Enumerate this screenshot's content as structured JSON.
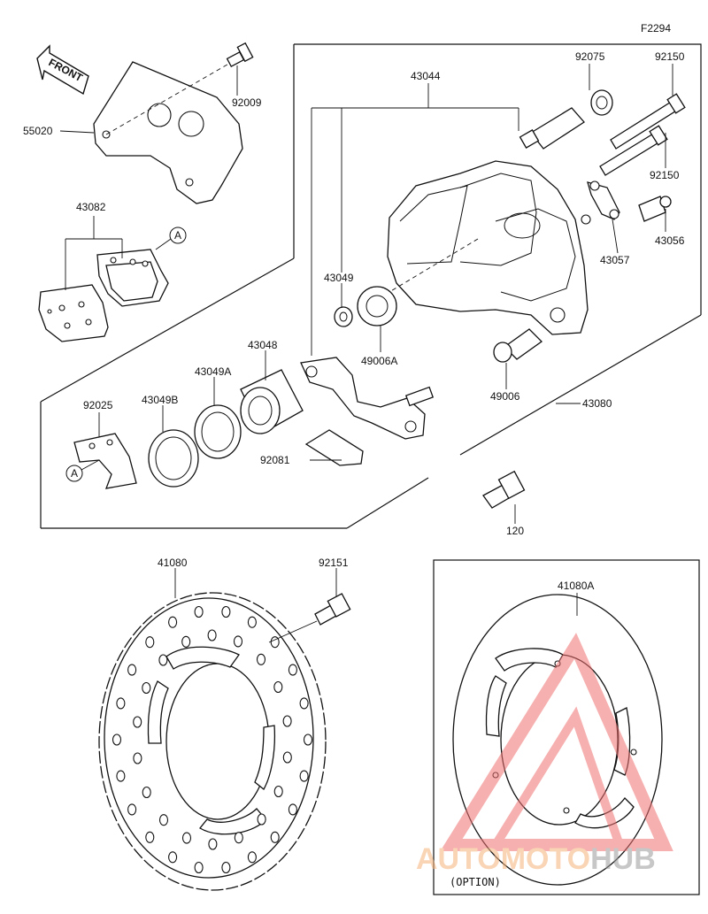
{
  "figure_code": "F2294",
  "front_label": "FRONT",
  "option_label": "(OPTION)",
  "callout_a": "A",
  "watermark": {
    "text": "AUTOMOTOHUB",
    "part1": "AUTO",
    "part2": "MOTO",
    "part3": "HUB",
    "color_main": "#f5b27a",
    "color_hub": "#9a9a9a",
    "logo_color": "#f07070"
  },
  "labels": {
    "p55020": "55020",
    "p92009": "92009",
    "p43082": "43082",
    "p43044": "43044",
    "p92075": "92075",
    "p92150a": "92150",
    "p92150b": "92150",
    "p43056": "43056",
    "p43057": "43057",
    "p43049": "43049",
    "p49006A": "49006A",
    "p49006": "49006",
    "p43048": "43048",
    "p43049A": "43049A",
    "p43049B": "43049B",
    "p92025": "92025",
    "p92081": "92081",
    "p43080": "43080",
    "p120": "120",
    "p41080": "41080",
    "p92151": "92151",
    "p41080A": "41080A"
  }
}
